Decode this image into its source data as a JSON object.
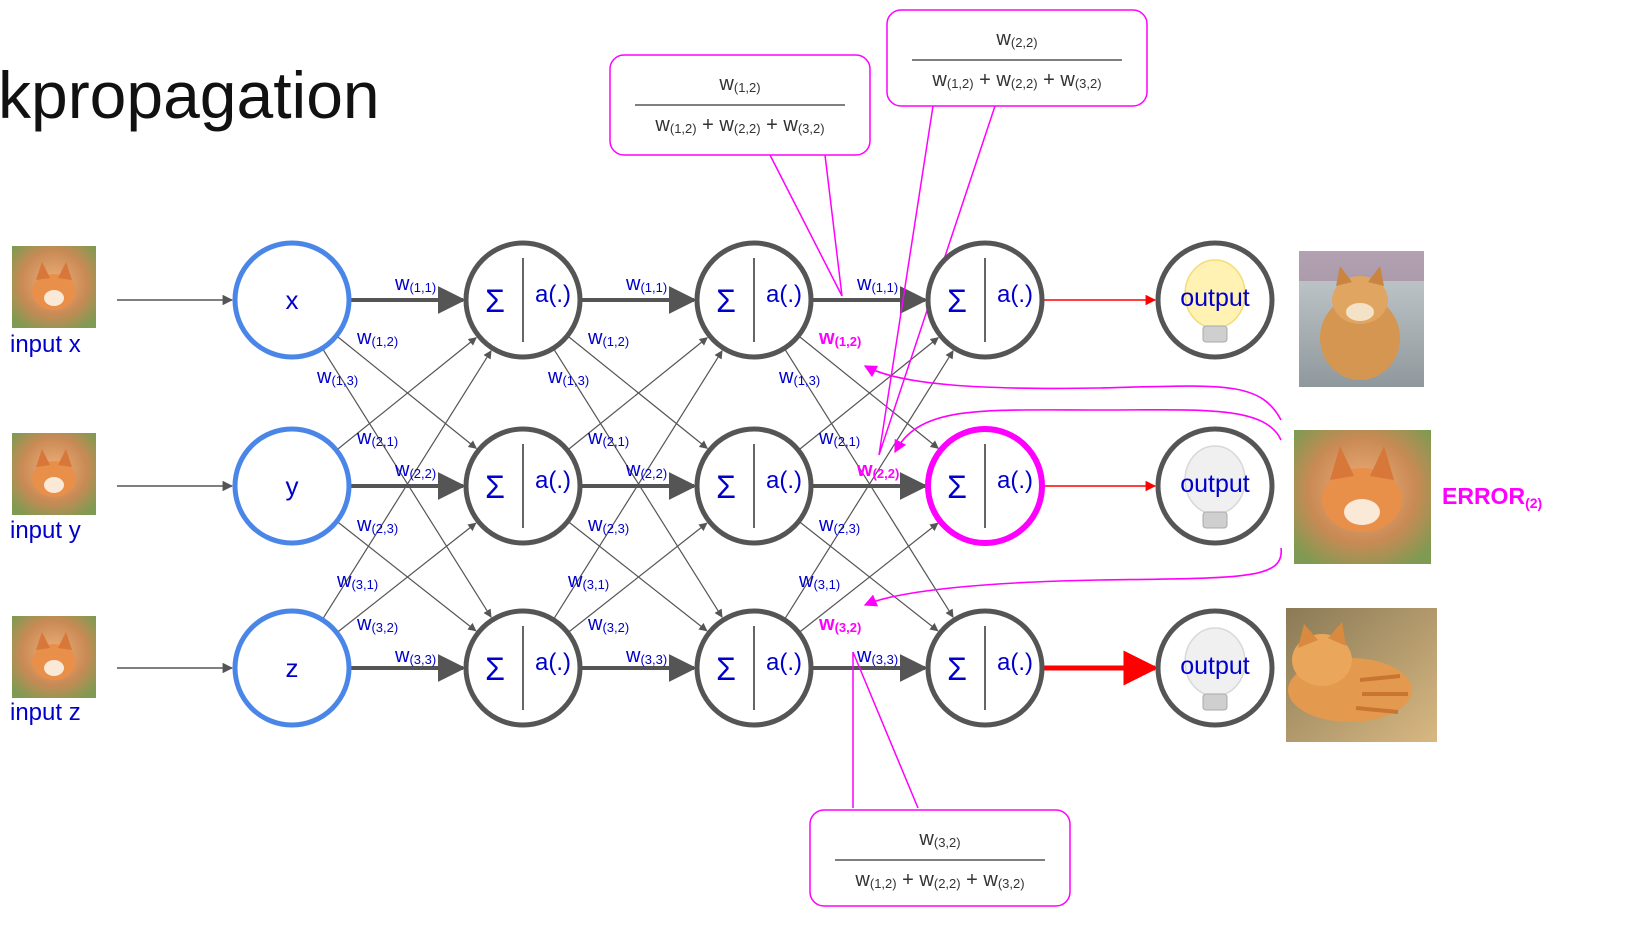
{
  "title": "kpropagation",
  "inputs": [
    {
      "label": "input x"
    },
    {
      "label": "input y"
    },
    {
      "label": "input z"
    }
  ],
  "input_nodes": [
    "x",
    "y",
    "z"
  ],
  "neuron": {
    "sum_symbol": "Σ",
    "activation": "a(.)"
  },
  "output_label": "output",
  "weights": [
    "(1,1)",
    "(1,2)",
    "(1,3)",
    "(2,1)",
    "(2,2)",
    "(2,3)",
    "(3,1)",
    "(3,2)",
    "(3,3)"
  ],
  "weight_letter": "w",
  "error_label": "ERROR",
  "error_sub": "(2)",
  "fractions": [
    {
      "num": "(1,2)",
      "den": [
        "(1,2)",
        "(2,2)",
        "(3,2)"
      ]
    },
    {
      "num": "(2,2)",
      "den": [
        "(1,2)",
        "(2,2)",
        "(3,2)"
      ]
    },
    {
      "num": "(3,2)",
      "den": [
        "(1,2)",
        "(2,2)",
        "(3,2)"
      ]
    }
  ],
  "colors": {
    "input_node": "#4a86e8",
    "neuron": "#555555",
    "weight_text": "#0000cc",
    "highlight": "#ff00ff",
    "error_line": "#ff0000",
    "bulb_on": "#fff2b3",
    "bulb_off": "#f0f0f0"
  },
  "icons": {
    "input_image": "fox-photo",
    "output_images": [
      "dog-photo",
      "fox-photo",
      "cat-photo"
    ],
    "output_bulbs": [
      "lightbulb-on-icon",
      "lightbulb-off-icon",
      "lightbulb-off-icon"
    ]
  }
}
